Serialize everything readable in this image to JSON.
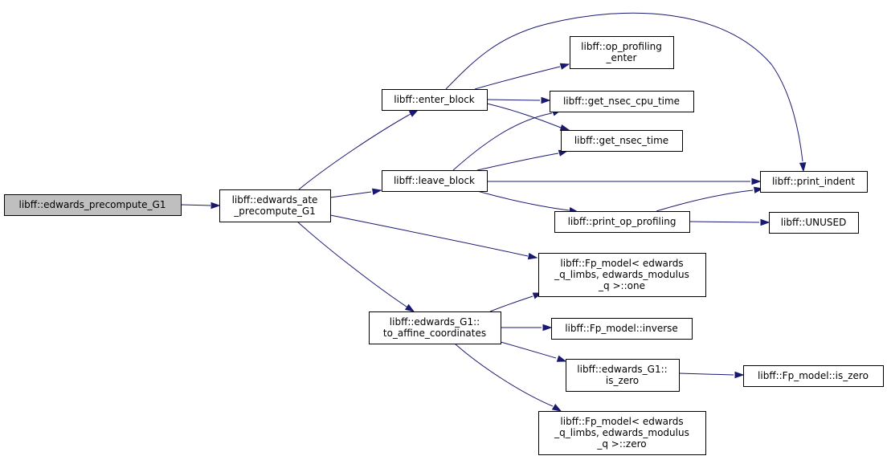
{
  "graph": {
    "edge_color": "#191970",
    "root_fill": "#bfbfbf",
    "nodes": [
      {
        "id": "root",
        "lines": [
          "libff::edwards_precompute_G1"
        ]
      },
      {
        "id": "ate",
        "lines": [
          "libff::edwards_ate",
          "_precompute_G1"
        ]
      },
      {
        "id": "enter",
        "lines": [
          "libff::enter_block"
        ]
      },
      {
        "id": "leave",
        "lines": [
          "libff::leave_block"
        ]
      },
      {
        "id": "affine",
        "lines": [
          "libff::edwards_G1::",
          "to_affine_coordinates"
        ]
      },
      {
        "id": "opprof_enter",
        "lines": [
          "libff::op_profiling",
          "_enter"
        ]
      },
      {
        "id": "cpu",
        "lines": [
          "libff::get_nsec_cpu_time"
        ]
      },
      {
        "id": "nsec",
        "lines": [
          "libff::get_nsec_time"
        ]
      },
      {
        "id": "printop",
        "lines": [
          "libff::print_op_profiling"
        ]
      },
      {
        "id": "one",
        "lines": [
          "libff::Fp_model< edwards",
          "_q_limbs, edwards_modulus",
          "_q >::one"
        ]
      },
      {
        "id": "inverse",
        "lines": [
          "libff::Fp_model::inverse"
        ]
      },
      {
        "id": "g1zero",
        "lines": [
          "libff::edwards_G1::",
          "is_zero"
        ]
      },
      {
        "id": "fpzero",
        "lines": [
          "libff::Fp_model< edwards",
          "_q_limbs, edwards_modulus",
          "_q >::zero"
        ]
      },
      {
        "id": "indent",
        "lines": [
          "libff::print_indent"
        ]
      },
      {
        "id": "unused",
        "lines": [
          "libff::UNUSED"
        ]
      },
      {
        "id": "fpiszero",
        "lines": [
          "libff::Fp_model::is_zero"
        ]
      }
    ]
  }
}
